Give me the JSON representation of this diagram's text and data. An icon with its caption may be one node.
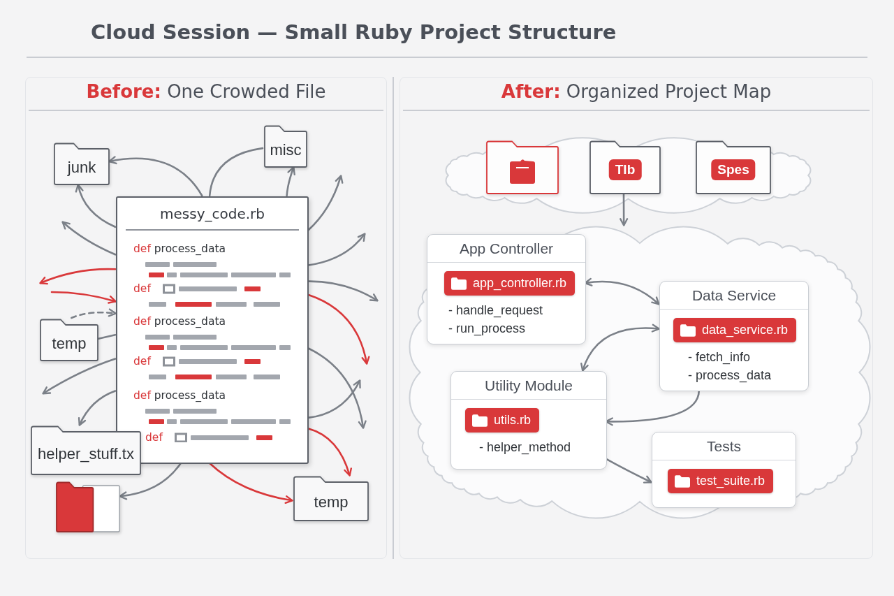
{
  "diagram": {
    "title": "Cloud Session — Small Ruby Project Structure",
    "nodes": [
      {
        "text": [
          "**Before:** One Crowded File"
        ]
      },
      {
        "text": [
          "junk"
        ],
        "in": 0
      },
      {
        "text": [
          "misc"
        ],
        "in": 0
      },
      {
        "text": [
          "messy_code.rb",
          "def process_data",
          "def",
          "def process_data",
          "def",
          "def process_data",
          "def"
        ],
        "in": 0
      },
      {
        "text": [
          "temp"
        ],
        "in": 0
      },
      {
        "text": [
          "helper_stuff.tx"
        ],
        "in": 0
      },
      {
        "text": [],
        "shape": "folder",
        "in": 0
      },
      {
        "text": [
          "temp"
        ],
        "in": 0
      },
      {
        "text": [
          "**After:** Organized Project Map"
        ]
      },
      {
        "text": [],
        "shape": "cloud",
        "in": 8
      },
      {
        "text": [],
        "shape": "folder",
        "in": 9
      },
      {
        "text": [
          "Tlb"
        ],
        "in": 9
      },
      {
        "text": [
          "Spes"
        ],
        "in": 9
      },
      {
        "text": [],
        "shape": "cloud",
        "in": 8
      },
      {
        "text": [
          "App Controller",
          "app_controller.rb",
          "- handle_request",
          "- run_process"
        ],
        "in": 13
      },
      {
        "text": [
          "Data Service",
          "data_service.rb",
          "- fetch_info",
          "- process_data"
        ],
        "in": 13
      },
      {
        "text": [
          "Utility Module",
          "utils.rb",
          "- helper_method"
        ],
        "in": 13
      },
      {
        "text": [
          "Tests",
          "test_suite.rb"
        ],
        "in": 13
      }
    ],
    "edges": [
      {
        "from": 3,
        "to": 1,
        "arrow": "to"
      },
      {
        "from": 3,
        "to": 1,
        "arrow": "to"
      },
      {
        "from": 2,
        "to": 3,
        "arrow": "none"
      },
      {
        "from": 3,
        "to": 2,
        "arrow": "to"
      },
      {
        "from": 3,
        "to": null,
        "arrow": "to"
      },
      {
        "from": 3,
        "to": null,
        "arrow": "to",
        "color": "#d9383a"
      },
      {
        "from": null,
        "to": 3,
        "arrow": "to",
        "color": "#d9383a"
      },
      {
        "from": 4,
        "to": 3,
        "arrow": "to",
        "style": "dashed"
      },
      {
        "from": 4,
        "to": 3,
        "arrow": "none"
      },
      {
        "from": 3,
        "to": null,
        "arrow": "to"
      },
      {
        "from": 3,
        "to": 5,
        "arrow": "to"
      },
      {
        "from": 3,
        "to": 6,
        "arrow": "to"
      },
      {
        "from": 3,
        "to": 7,
        "arrow": "to",
        "color": "#d9383a"
      },
      {
        "from": 3,
        "to": null,
        "arrow": "to"
      },
      {
        "from": 3,
        "to": null,
        "arrow": "to"
      },
      {
        "from": 3,
        "to": null,
        "arrow": "to"
      },
      {
        "from": 3,
        "to": null,
        "arrow": "to",
        "color": "#d9383a"
      },
      {
        "from": 3,
        "to": null,
        "arrow": "to"
      },
      {
        "from": 3,
        "to": null,
        "arrow": "to"
      },
      {
        "from": 3,
        "to": 7,
        "arrow": "to",
        "color": "#d9383a"
      },
      {
        "from": 11,
        "to": 13,
        "arrow": "to"
      },
      {
        "from": 14,
        "to": 15,
        "arrow": "both"
      },
      {
        "from": 15,
        "to": 16,
        "arrow": "both"
      },
      {
        "from": 15,
        "to": 16,
        "arrow": "to"
      },
      {
        "from": 16,
        "to": 17,
        "arrow": "to"
      }
    ]
  }
}
